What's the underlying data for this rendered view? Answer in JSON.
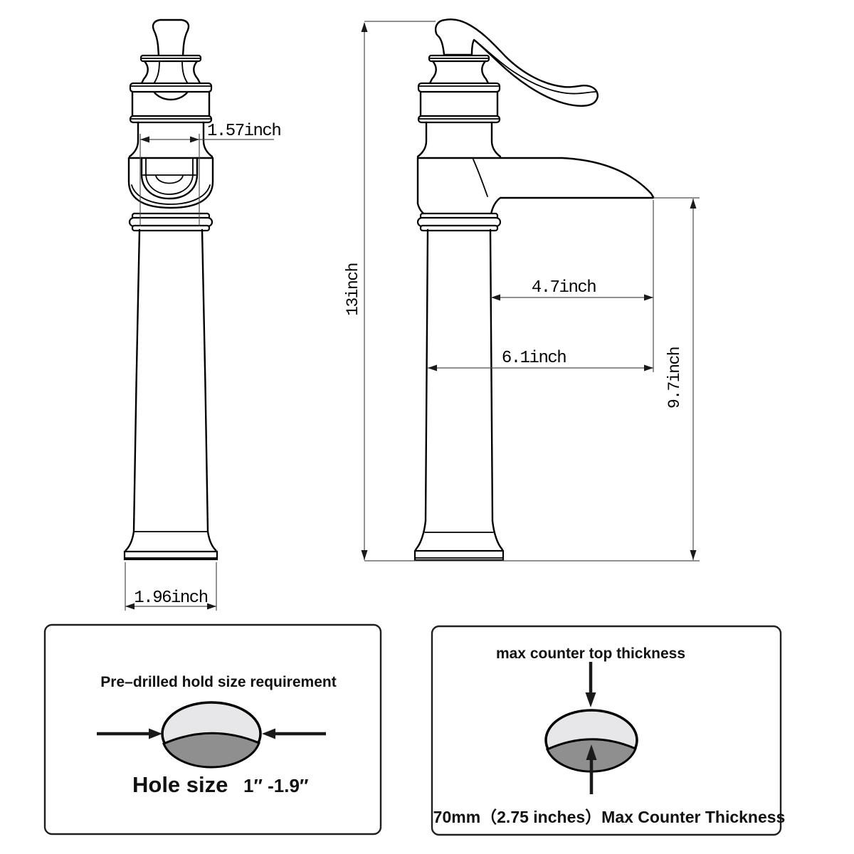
{
  "page": {
    "background": "#ffffff"
  },
  "dimensions": {
    "spout_front_width": "1.57inch",
    "base_width": "1.96inch",
    "total_height": "13inch",
    "spout_reach": "4.7inch",
    "total_projection": "6.1inch",
    "spout_height": "9.7inch"
  },
  "left_box": {
    "title": "Pre–drilled hold size requirement",
    "hole_label": "Hole size",
    "hole_range": "1″ -1.9″"
  },
  "right_box": {
    "top_label": "max counter top thickness",
    "bottom_label": "70mm（2.75 inches）Max Counter Thickness"
  },
  "colors": {
    "outline": "#000000",
    "dimension_line": "#4d4d4d",
    "hole_top_fill": "#e7e7e9",
    "hole_bottom_fill": "#8f8f8f",
    "box_border": "#1f1f1f"
  }
}
